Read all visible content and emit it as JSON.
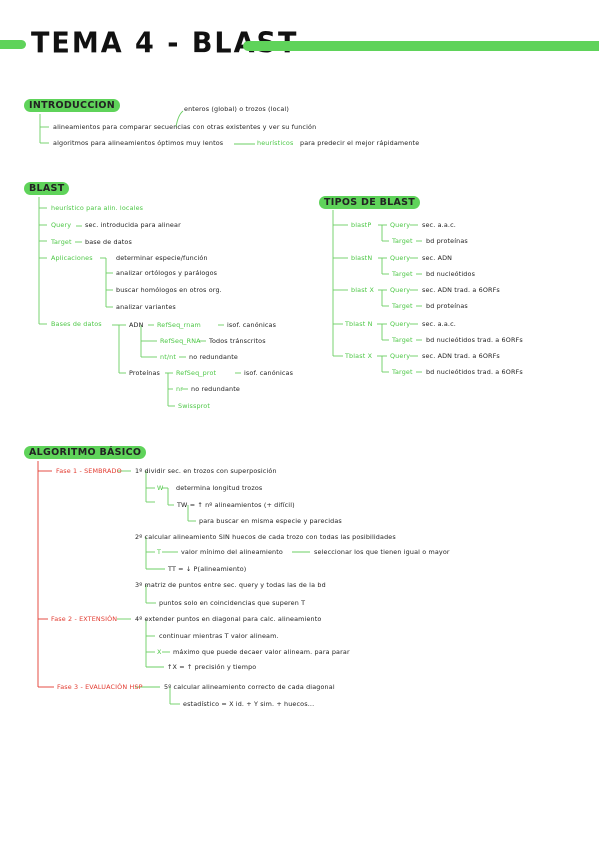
{
  "title": "TEMA 4 - BLAST",
  "intro": {
    "heading": "INTRODUCCION",
    "note": "enteros (global) o trozos (local)",
    "line1": "alineamientos para comparar secuencias con otras existentes y ver su función",
    "line2a": "algoritmos para alineamientos óptimos muy lentos",
    "line2b": "heurísticos",
    "line2c": "para predecir el mejor rápidamente"
  },
  "blast": {
    "heading": "BLAST",
    "heuristico": "heurístico para alin. locales",
    "query_label": "Query",
    "query_text": "sec. introducida para alinear",
    "target_label": "Target",
    "target_text": "base de datos",
    "aplicaciones_label": "Aplicaciones",
    "aplicaciones": [
      "determinar especie/función",
      "analizar ortólogos y parálogos",
      "buscar homólogos en otros org.",
      "analizar variantes"
    ],
    "bd_label": "Bases de datos",
    "adn": "ADN",
    "refseq": "RefSeq_rnam",
    "isof": "isof. canónicas",
    "refseq_rna": "RefSeq_RNA",
    "todos_transcritos": "Todos tránscritos",
    "nt": "nt/nt",
    "no_redundante": "no redundante",
    "proteinas": "Proteínas",
    "refseq_prot": "RefSeq_prot",
    "isof2": "isof. canónicas",
    "nr": "nr",
    "no_redundante2": "no redundante",
    "swissprot": "Swissprot"
  },
  "tipos": {
    "heading": "TIPOS DE BLAST",
    "query": "Query",
    "target": "Target",
    "items": [
      {
        "name": "blastP",
        "query": "sec. a.a.c.",
        "target": "bd proteínas"
      },
      {
        "name": "blastN",
        "query": "sec. ADN",
        "target": "bd nucleótidos"
      },
      {
        "name": "blast X",
        "query": "sec. ADN trad. a 6ORFs",
        "target": "bd proteínas"
      },
      {
        "name": "Tblast N",
        "query": "sec. a.a.c.",
        "target": "bd nucleótidos trad. a 6ORFs"
      },
      {
        "name": "Tblast X",
        "query": "sec. ADN trad. a 6ORFs",
        "target": "bd nucleótidos trad. a 6ORFs"
      }
    ]
  },
  "algoritmo": {
    "heading": "ALGORITMO BÁSICO",
    "fase1": "Fase 1 - SEMBRADO",
    "f1_s1": "1º dividir sec. en trozos con superposición",
    "f1_w": "W",
    "f1_w_text": "determina longitud trozos",
    "f1_tw": "TW = ↑ nº alineamientos (+ difícil)",
    "f1_tw2": "para buscar en misma especie y parecidas",
    "f1_s2": "2º calcular alineamiento SIN huecos de cada trozo con todas las posibilidades",
    "f1_t": "T",
    "f1_t_text": "valor mínimo del alineamiento",
    "f1_t_text2": "seleccionar los que tienen igual o mayor",
    "f1_tt": "TT = ↓ P(alineamiento)",
    "f1_s3": "3º matriz de puntos   entre   sec. query y todas las de la bd",
    "f1_s3b": "puntos solo en coincidencias que superen T",
    "fase2": "Fase 2 - EXTENSIÓN",
    "f2_s1": "4º extender puntos en diagonal para calc. alineamiento",
    "f2_s1b": "continuar mientras T valor alineam.",
    "f2_x": "X",
    "f2_x_text": "máximo que puede decaer valor alineam. para parar",
    "f2_tx": "↑X = ↑ precisión y tiempo",
    "fase3": "Fase 3 - EVALUACIÓN HSP",
    "f3_s1": "5º calcular alineamiento correcto de cada diagonal",
    "f3_s1b": "estadístico = X id. + Y sim. + huecos..."
  },
  "colors": {
    "green": "#4cc745",
    "highlight": "#5fd35a",
    "red": "#e23a2f",
    "ink": "#222222"
  }
}
